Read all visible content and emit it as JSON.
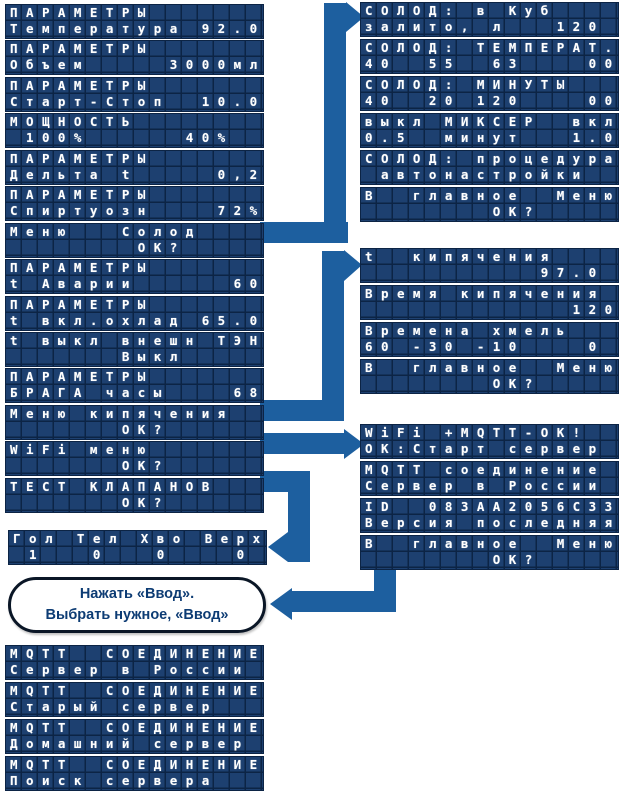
{
  "colors": {
    "lcd_cell": "#1d4070",
    "lcd_grid": "#0c2445",
    "lcd_text": "#ffffff",
    "arrow": "#1d5f9f",
    "note_border": "#0a1626",
    "note_text": "#0d3c74"
  },
  "note": {
    "line1": "Нажать «Ввод».",
    "line2": "Выбрать нужное, «Ввод»"
  },
  "groups": {
    "left": {
      "title": "main-menu-screens",
      "screens": [
        {
          "line1": "ПАРАМЕТРЫ",
          "line2": "Температура 92.0"
        },
        {
          "line1": "ПАРАМЕТРЫ",
          "line2": "Объем     3000мл"
        },
        {
          "line1": "ПАРАМЕТРЫ",
          "line2": "Старт-Стоп  10.0"
        },
        {
          "line1": "МОЩНОСТЬ",
          "line2": " 100%      40%"
        },
        {
          "line1": "ПАРАМЕТРЫ",
          "line2": "Дельта t     0,2"
        },
        {
          "line1": "ПАРАМЕТРЫ",
          "line2": "Спиртуозн    72%"
        },
        {
          "line1": "Меню   Солод",
          "line2": "        ОК?"
        },
        {
          "line1": "ПАРАМЕТРЫ",
          "line2": "t Аварии      60"
        },
        {
          "line1": "ПАРАМЕТРЫ",
          "line2": "t вкл.охлад 65.0"
        },
        {
          "line1": "t выкл внешн ТЭН",
          "line2": "       Выкл"
        },
        {
          "line1": "ПАРАМЕТРЫ",
          "line2": "БРАГА часы    68"
        },
        {
          "line1": "Меню кипячения",
          "line2": "       ОК?"
        },
        {
          "line1": "WiFi меню",
          "line2": "       ОК?"
        },
        {
          "line1": "ТЕСТ КЛАПАНОВ",
          "line2": "       ОК?"
        }
      ]
    },
    "valve": {
      "title": "valve-test-screen",
      "screens": [
        {
          "line1": "Гол Тел Хво Верх",
          "line2": " 1   0   0    0"
        }
      ]
    },
    "mqtt": {
      "title": "mqtt-server-options",
      "screens": [
        {
          "line1": "MQTT  СОЕДИНЕНИЕ",
          "line2": "Сервер в России"
        },
        {
          "line1": "MQTT  СОЕДИНЕНИЕ",
          "line2": "Старый сервер"
        },
        {
          "line1": "MQTT  СОЕДИНЕНИЕ",
          "line2": "Домашний сервер"
        },
        {
          "line1": "MQTT  СОЕДИНЕНИЕ",
          "line2": "Поиск сервера"
        }
      ]
    },
    "solod": {
      "title": "malt-submenu",
      "screens": [
        {
          "line1": "СОЛОД: в Куб",
          "line2": "залито, л   120"
        },
        {
          "line1": "СОЛОД: ТЕМПЕРАТ.",
          "line2": "40  55  63    00"
        },
        {
          "line1": "СОЛОД: МИНУТЫ",
          "line2": "40  20 120    00"
        },
        {
          "line1": "выкл МИКСЕР  вкл",
          "line2": "0.5  минут   1.0"
        },
        {
          "line1": "СОЛОД: процедура",
          "line2": " автонастройки"
        },
        {
          "line1": "В  главное  Меню",
          "line2": "        ОК?"
        }
      ]
    },
    "boil": {
      "title": "boiling-submenu",
      "screens": [
        {
          "line1": "t  кипячения",
          "line2": "           97.0"
        },
        {
          "line1": "Время кипячения",
          "line2": "             120"
        },
        {
          "line1": "Времена хмель",
          "line2": "60 -30 -10    0"
        },
        {
          "line1": "В  главное  Меню",
          "line2": "        ОК?"
        }
      ]
    },
    "wifi": {
      "title": "wifi-submenu",
      "screens": [
        {
          "line1": "WiFi +MQTT-OK!",
          "line2": "ОК:Старт сервер"
        },
        {
          "line1": "MQTT соединение",
          "line2": "Сервер в России"
        },
        {
          "line1": "ID  083AA2056C33",
          "line2": "Версия последняя"
        },
        {
          "line1": "В  главное  Меню",
          "line2": "        ОК?"
        }
      ]
    }
  }
}
